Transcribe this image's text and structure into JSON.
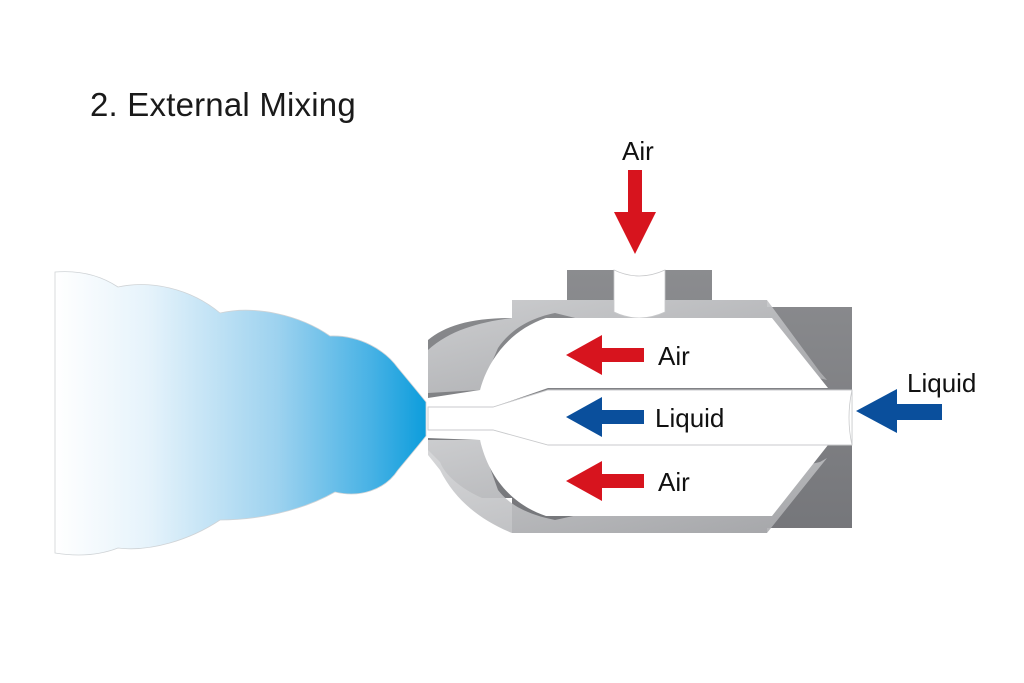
{
  "title": "2. External Mixing",
  "labels": {
    "air_top": "Air",
    "air_upper": "Air",
    "liquid_center": "Liquid",
    "air_lower": "Air",
    "liquid_right": "Liquid"
  },
  "colors": {
    "air_arrow": "#d7141e",
    "liquid_arrow": "#0a4f9c",
    "nozzle_body": "#8a8b8e",
    "spray_outlet": "#0f9fdc"
  }
}
